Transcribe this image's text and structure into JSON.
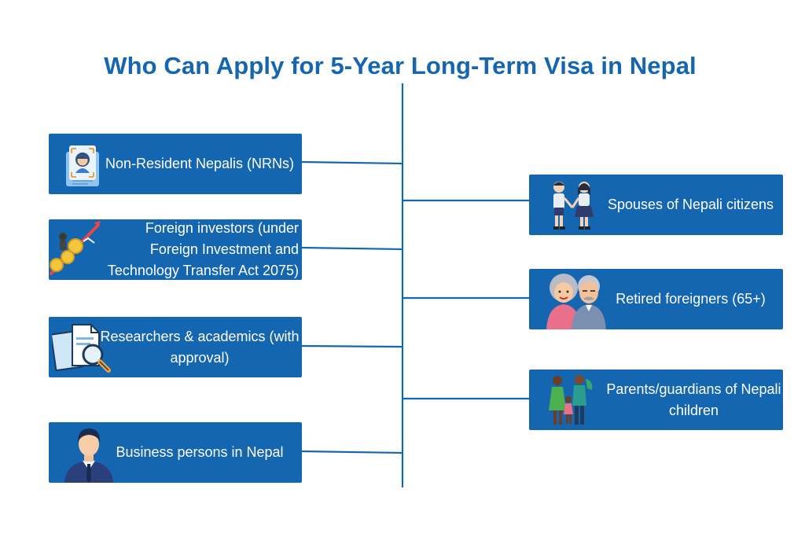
{
  "title": "Who Can Apply for 5-Year Long-Term Visa in Nepal",
  "colors": {
    "title": "#1566b0",
    "card": "#1566b0",
    "card_text": "#ffffff",
    "connector": "#1566b0"
  },
  "left_items": [
    {
      "label": "Non-Resident Nepalis (NRNs)",
      "icon": "id-card-icon"
    },
    {
      "label": "Foreign investors (under Foreign Investment and Technology Transfer Act 2075)",
      "icon": "investment-growth-icon"
    },
    {
      "label": "Researchers & academics (with approval)",
      "icon": "document-magnifier-icon"
    },
    {
      "label": "Business persons in Nepal",
      "icon": "businessman-icon"
    }
  ],
  "right_items": [
    {
      "label": "Spouses of Nepali citizens",
      "icon": "couple-icon"
    },
    {
      "label": "Retired foreigners (65+)",
      "icon": "elderly-couple-icon"
    },
    {
      "label": "Parents/guardians of Nepali children",
      "icon": "family-icon"
    }
  ]
}
